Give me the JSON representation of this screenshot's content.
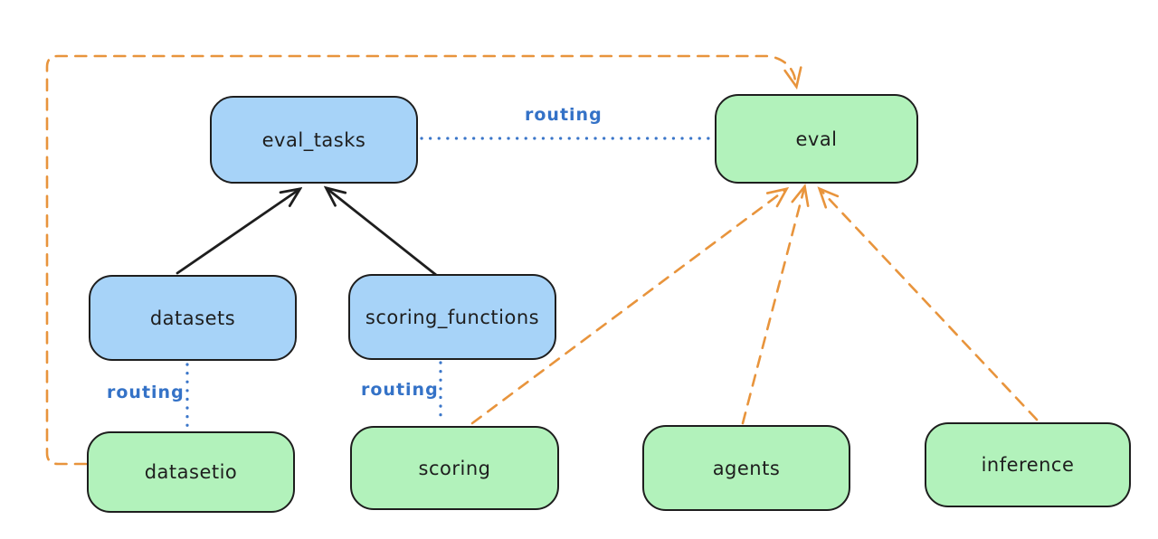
{
  "diagram": {
    "nodes": {
      "eval_tasks": {
        "label": "eval_tasks",
        "fill": "#a7d3f8"
      },
      "eval": {
        "label": "eval",
        "fill": "#b2f2bb"
      },
      "datasets": {
        "label": "datasets",
        "fill": "#a7d3f8"
      },
      "scoring_functions": {
        "label": "scoring_functions",
        "fill": "#a7d3f8"
      },
      "datasetio": {
        "label": "datasetio",
        "fill": "#b2f2bb"
      },
      "scoring": {
        "label": "scoring",
        "fill": "#b2f2bb"
      },
      "agents": {
        "label": "agents",
        "fill": "#b2f2bb"
      },
      "inference": {
        "label": "inference",
        "fill": "#b2f2bb"
      }
    },
    "edges": [
      {
        "from": "eval_tasks",
        "to": "eval",
        "style": "dotted-blue",
        "label": "routing"
      },
      {
        "from": "datasets",
        "to": "datasetio",
        "style": "dotted-blue",
        "label": "routing"
      },
      {
        "from": "scoring_functions",
        "to": "scoring",
        "style": "dotted-blue",
        "label": "routing"
      },
      {
        "from": "datasets",
        "to": "eval_tasks",
        "style": "solid-black-arrow",
        "label": ""
      },
      {
        "from": "scoring_functions",
        "to": "eval_tasks",
        "style": "solid-black-arrow",
        "label": ""
      },
      {
        "from": "datasetio",
        "to": "eval",
        "style": "dashed-orange-arrow",
        "label": ""
      },
      {
        "from": "scoring",
        "to": "eval",
        "style": "dashed-orange-arrow",
        "label": ""
      },
      {
        "from": "agents",
        "to": "eval",
        "style": "dashed-orange-arrow",
        "label": ""
      },
      {
        "from": "inference",
        "to": "eval",
        "style": "dashed-orange-arrow",
        "label": ""
      }
    ],
    "colors": {
      "node_stroke": "#1e1e1e",
      "blue_node_fill": "#a7d3f8",
      "green_node_fill": "#b2f2bb",
      "routing_label_blue": "#3472c7",
      "dotted_line_blue": "#3b76c9",
      "dashed_arrow_orange": "#e8943c",
      "solid_arrow_black": "#1e1e1e",
      "background": "#ffffff"
    }
  }
}
